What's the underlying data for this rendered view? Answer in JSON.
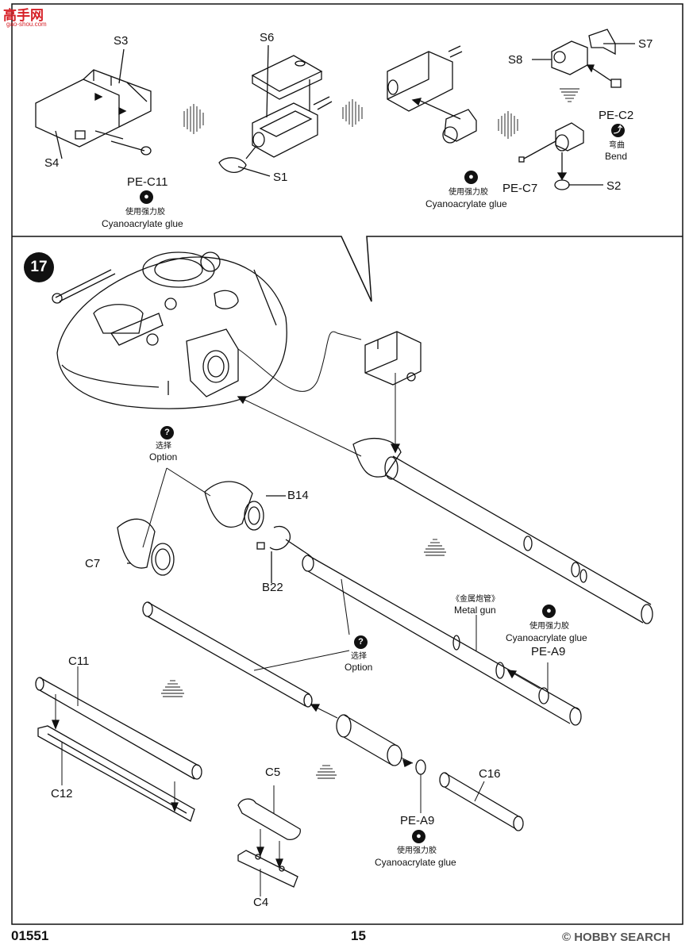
{
  "watermark_top": {
    "brand": "高手网",
    "site": "gao-shou.com"
  },
  "watermark_bottom": "© HOBBY SEARCH",
  "footer": {
    "catalog_number": "01551",
    "page_number": "15"
  },
  "step_number": "17",
  "icons": {
    "glue": "glue-drop-icon",
    "bend": "bend-icon",
    "option": "question-icon"
  },
  "labels": {
    "s3": "S3",
    "s4": "S4",
    "pe_c11": "PE-C11",
    "s6": "S6",
    "s1": "S1",
    "s7": "S7",
    "s8": "S8",
    "pe_c2": "PE-C2",
    "pe_c7": "PE-C7",
    "s2": "S2",
    "b14": "B14",
    "b22": "B22",
    "c7": "C7",
    "c11": "C11",
    "c12": "C12",
    "c5": "C5",
    "c4": "C4",
    "c16": "C16",
    "pe_a9_a": "PE-A9",
    "pe_a9_b": "PE-A9"
  },
  "notes": {
    "glue_cn": "使用强力胶",
    "glue_en": "Cyanoacrylate glue",
    "bend_cn": "弯曲",
    "bend_en": "Bend",
    "option_cn": "选择",
    "option_en": "Option",
    "metal_gun_cn": "《金属炮管》",
    "metal_gun_en": "Metal gun"
  }
}
